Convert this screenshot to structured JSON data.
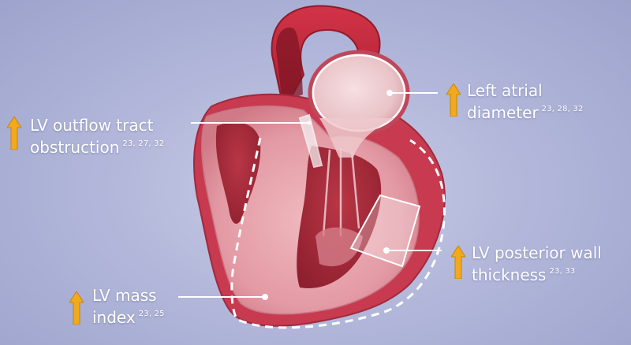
{
  "colors": {
    "background": "#b3b8db",
    "arrow": "#f2a91c",
    "text": "#ffffff",
    "heart_outer": "#c3344a",
    "heart_muscle": "#e6a2ab",
    "aorta": "#b92436"
  },
  "labels": {
    "lv_outflow": {
      "line1": "LV outflow tract",
      "line2": "obstruction",
      "refs": "23, 27, 32",
      "arrow_icon": "up-arrow-icon"
    },
    "left_atrial": {
      "line1": "Left atrial",
      "line2": "diameter",
      "refs": "23, 28, 32",
      "arrow_icon": "up-arrow-icon"
    },
    "lv_posterior": {
      "line1": "LV posterior wall",
      "line2": "thickness",
      "refs": "23, 33",
      "arrow_icon": "up-arrow-icon"
    },
    "lv_mass": {
      "line1": "LV mass",
      "line2": "index",
      "refs": "23, 25",
      "arrow_icon": "up-arrow-icon"
    }
  }
}
